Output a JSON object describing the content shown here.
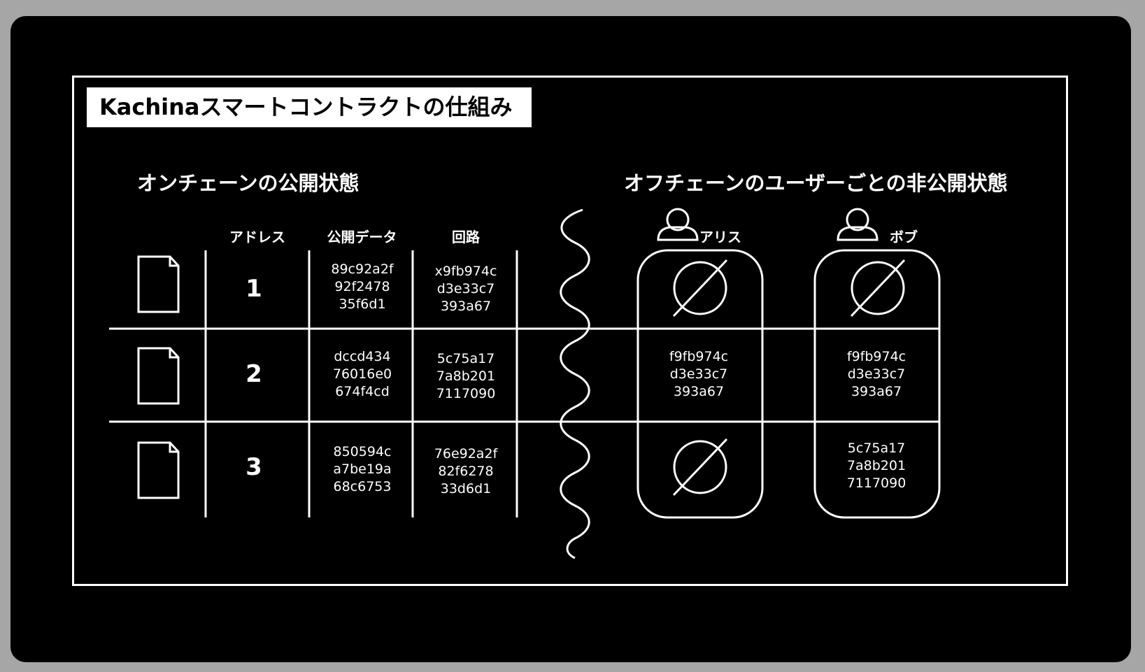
{
  "title": "Kachinaスマートコントラクトの仕組み",
  "onchain_heading": "オンチェーンの公開状態",
  "offchain_heading": "オフチェーンのユーザーごとの非公開状態",
  "columns": {
    "address": "アドレス",
    "public_data": "公開データ",
    "circuit": "回路"
  },
  "rows": [
    {
      "address": "1",
      "public_data": [
        "89c92a2f",
        "92f2478",
        "35f6d1"
      ],
      "circuit": [
        "x9fb974c",
        "d3e33c7",
        "393a67"
      ]
    },
    {
      "address": "2",
      "public_data": [
        "dccd434",
        "76016e0",
        "674f4cd"
      ],
      "circuit": [
        "5c75a17",
        "7a8b201",
        "7117090"
      ]
    },
    {
      "address": "3",
      "public_data": [
        "850594c",
        "a7be19a",
        "68c6753"
      ],
      "circuit": [
        "76e92a2f",
        "82f6278",
        "33d6d1"
      ]
    }
  ],
  "users": [
    {
      "name": "アリス",
      "states": [
        {
          "empty": true
        },
        {
          "empty": false,
          "lines": [
            "f9fb974c",
            "d3e33c7",
            "393a67"
          ]
        },
        {
          "empty": true
        }
      ]
    },
    {
      "name": "ボブ",
      "states": [
        {
          "empty": true
        },
        {
          "empty": false,
          "lines": [
            "f9fb974c",
            "d3e33c7",
            "393a67"
          ]
        },
        {
          "empty": false,
          "lines": [
            "5c75a17",
            "7a8b201",
            "7117090"
          ]
        }
      ]
    }
  ],
  "icons": {
    "document": "document-icon",
    "user": "user-icon",
    "empty_set": "empty-set-icon",
    "divider": "wavy-divider"
  },
  "colors": {
    "background": "#000000",
    "foreground": "#ffffff",
    "outer": "#a6a6a6"
  }
}
